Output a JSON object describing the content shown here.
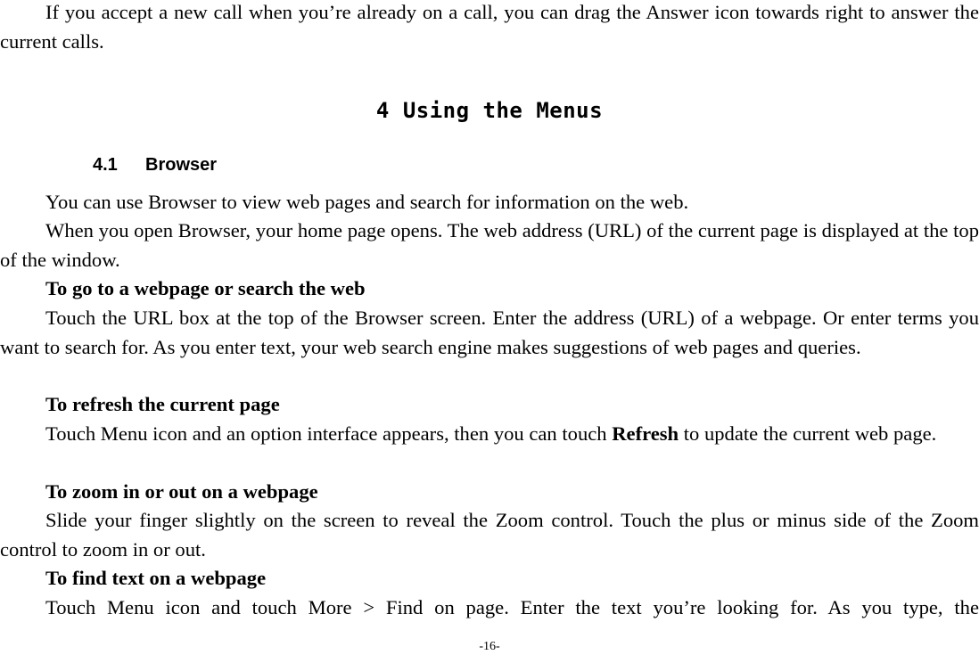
{
  "intro": {
    "paragraph": "If you accept a new call when you’re already on a call, you can drag the Answer icon towards right to answer the current calls."
  },
  "chapter": {
    "title": "4 Using the Menus"
  },
  "section": {
    "number": "4.1",
    "title": "Browser"
  },
  "body": {
    "p1": "You can use Browser to view web pages and search for information on the web.",
    "p2": "When you open Browser, your home page opens. The web address (URL) of the current page is displayed at the top of the window.",
    "h_goto": "To go to a webpage or search the web",
    "p_goto": "Touch the URL box at the top of the Browser screen. Enter the address (URL) of a webpage. Or enter terms you want to search for. As you enter text, your web search engine makes suggestions of web pages and queries.",
    "h_refresh": "To refresh the current page",
    "p_refresh_pre": "Touch Menu icon and an option interface appears, then you can touch ",
    "p_refresh_bold": "Refresh",
    "p_refresh_post": " to update the current web page.",
    "h_zoom": "To zoom in or out on a webpage",
    "p_zoom": "Slide your finger slightly on the screen to reveal the Zoom control. Touch the plus or minus side of the Zoom control to zoom in or out.",
    "h_find": "To find text on a webpage",
    "p_find": "Touch Menu icon and touch More > Find on page. Enter the text you’re looking for. As you type, the"
  },
  "footer": {
    "page_number": "-16-"
  }
}
